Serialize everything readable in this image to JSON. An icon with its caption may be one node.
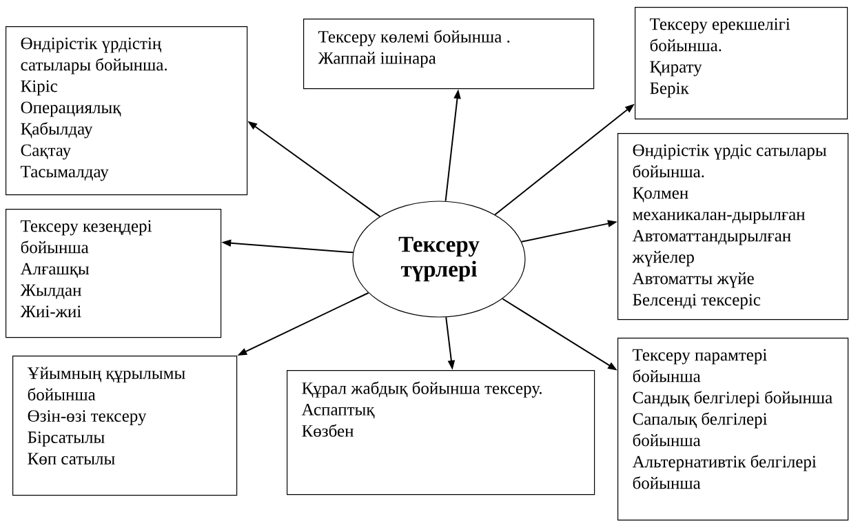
{
  "diagram": {
    "nodes": [
      {
        "text": [
          "Тексеру түрлері"
        ]
      },
      {
        "text": [
          "Өндірістік үрдістің сатылары бойынша.",
          "Кіріс",
          "Операциялық",
          "Қабылдау",
          "Сақтау",
          "Тасымалдау"
        ]
      },
      {
        "text": [
          "Тексеру көлемі бойынша .",
          "Жаппай ішінара"
        ]
      },
      {
        "text": [
          "Тексеру ерекшелігі бойынша.",
          "Қирату",
          "Берік"
        ]
      },
      {
        "text": [
          "Өндірістік үрдіс сатылары бойынша.",
          "Қолмен механикалан-дырылған",
          "Автоматтандырылған жүйелер",
          "Автоматты жүйе",
          "Белсенді тексеріс"
        ]
      },
      {
        "text": [
          "Тексеру кезеңдері бойынша",
          "Алғашқы",
          "Жылдан",
          "Жиі-жиі"
        ]
      },
      {
        "text": [
          "Ұйымның құрылымы бойынша",
          "Өзін-өзі тексеру",
          "Бірсатылы",
          "Көп сатылы"
        ]
      },
      {
        "text": [
          "Құрал жабдық бойынша тексеру.",
          "Аспаптық",
          "Көзбен"
        ]
      },
      {
        "text": [
          "Тексеру парамтері бойынша",
          "Сандық белгілері бойынша",
          "Сапалық белгілері бойынша",
          "Альтернативтік белгілері бойынша"
        ]
      }
    ],
    "edges": [
      {
        "from": 0,
        "to": 1,
        "arrow": "to"
      },
      {
        "from": 0,
        "to": 2,
        "arrow": "to"
      },
      {
        "from": 0,
        "to": 3,
        "arrow": "to"
      },
      {
        "from": 0,
        "to": 4,
        "arrow": "to"
      },
      {
        "from": 0,
        "to": 5,
        "arrow": "to"
      },
      {
        "from": 0,
        "to": 6,
        "arrow": "to"
      },
      {
        "from": 0,
        "to": 7,
        "arrow": "to"
      },
      {
        "from": 0,
        "to": 8,
        "arrow": "to"
      }
    ]
  }
}
